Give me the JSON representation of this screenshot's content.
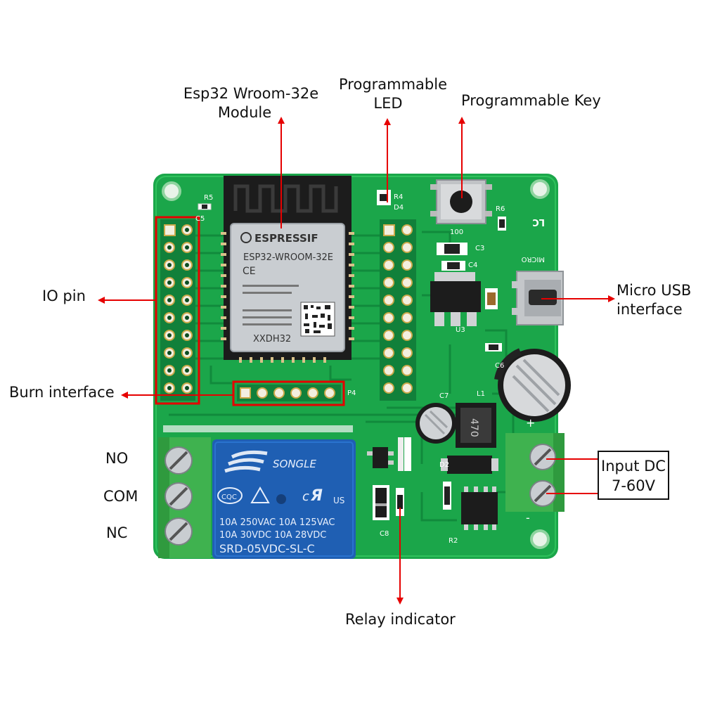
{
  "callouts": {
    "module": [
      "Esp32 Wroom-32e",
      "Module"
    ],
    "led": [
      "Programmable",
      "LED"
    ],
    "key": "Programmable Key",
    "io": "IO pin",
    "usb": [
      "Micro USB",
      "interface"
    ],
    "burn": "Burn interface",
    "relay_indicator": "Relay indicator",
    "input": [
      "Input DC",
      "7-60V"
    ]
  },
  "terminals": [
    "NO",
    "COM",
    "NC"
  ],
  "esp_chip": {
    "brand": "ESPRESSIF",
    "model": "ESP32-WROOM-32E",
    "marks": "CE",
    "code": "XXDH32"
  },
  "relay": {
    "brand": "SONGLE",
    "cert": "CQC",
    "ratings": [
      "10A 250VAC  10A 125VAC",
      "10A  30VDC  10A  28VDC"
    ],
    "model": "SRD-05VDC-SL-C",
    "us": "US"
  },
  "silkscreen": {
    "micro": "MICRO",
    "lc": "LC",
    "c3": "C3",
    "c4": "C4",
    "c5": "C5",
    "c6": "C6",
    "c7": "C7",
    "c8": "C8",
    "r4": "R4",
    "r5": "R5",
    "r6": "R6",
    "r2": "R2",
    "d4": "D4",
    "d2": "D2",
    "l1": "L1",
    "u3": "U3",
    "p4": "P4",
    "inductor": "470",
    "led_pad": "100"
  },
  "colors": {
    "pcb": "#1ba64a",
    "pcb_dark": "#11803a",
    "arrow": "#e60000",
    "relay_blue": "#1f5fb3",
    "terminal_green": "#3fb24f"
  }
}
